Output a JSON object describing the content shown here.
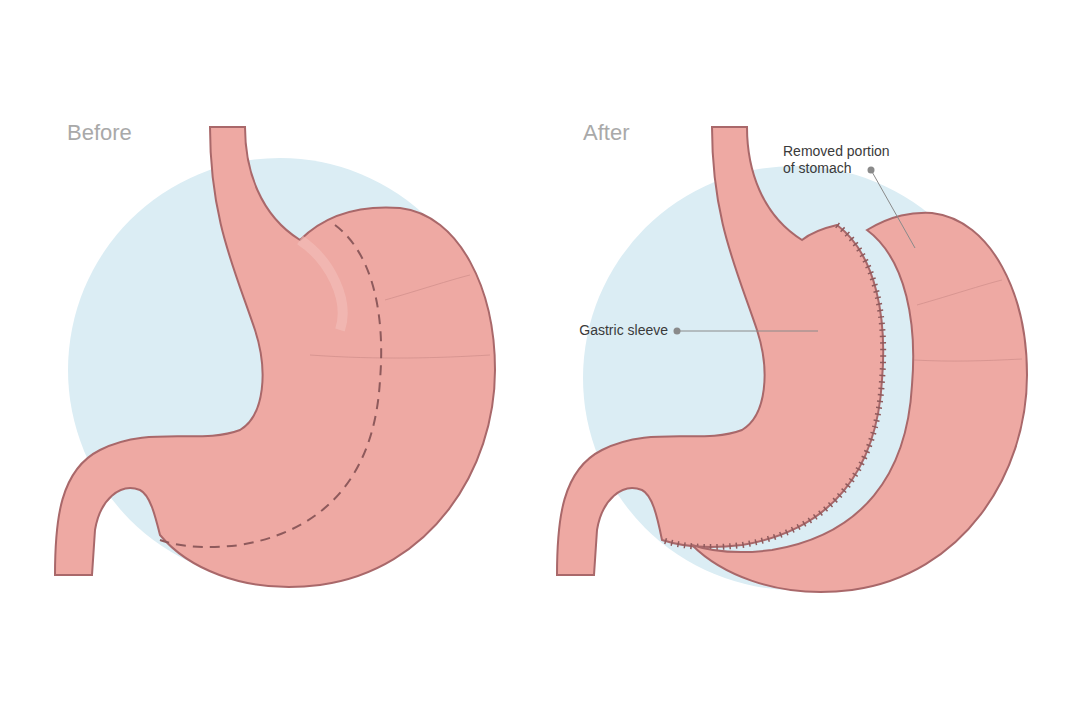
{
  "diagram": {
    "labels": [
      "Before",
      "After",
      "Removed portion of stomach",
      "Gastric sleeve"
    ]
  }
}
